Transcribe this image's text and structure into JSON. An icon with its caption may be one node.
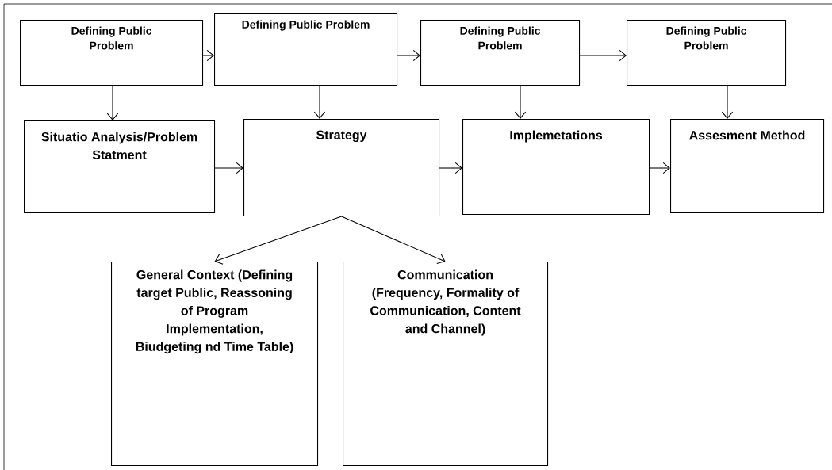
{
  "diagram": {
    "nodes": [
      {
        "text": [
          "Defining Public Problem"
        ]
      },
      {
        "text": [
          "Defining Public Problem"
        ]
      },
      {
        "text": [
          "Defining Public Problem"
        ]
      },
      {
        "text": [
          "Defining Public Problem"
        ]
      },
      {
        "text": [
          "Situatio Analysis/Problem Statment"
        ]
      },
      {
        "text": [
          "Strategy"
        ]
      },
      {
        "text": [
          "Implemetations"
        ]
      },
      {
        "text": [
          "Assesment Method"
        ]
      },
      {
        "text": [
          "General Context (Defining target Public, Reassoning of Program Implementation, Biudgeting nd Time Table)"
        ]
      },
      {
        "text": [
          "Communication (Frequency, Formality of Communication, Content and Channel)"
        ]
      }
    ],
    "edges": [
      {
        "from": 0,
        "to": 1,
        "arrow": "to"
      },
      {
        "from": 1,
        "to": 2,
        "arrow": "to"
      },
      {
        "from": 2,
        "to": 3,
        "arrow": "to"
      },
      {
        "from": 0,
        "to": 4,
        "arrow": "to"
      },
      {
        "from": 1,
        "to": 5,
        "arrow": "to"
      },
      {
        "from": 2,
        "to": 6,
        "arrow": "to"
      },
      {
        "from": 3,
        "to": 7,
        "arrow": "to"
      },
      {
        "from": 4,
        "to": 5,
        "arrow": "to"
      },
      {
        "from": 5,
        "to": 6,
        "arrow": "to"
      },
      {
        "from": 6,
        "to": 7,
        "arrow": "to"
      },
      {
        "from": 5,
        "to": 8,
        "arrow": "to"
      },
      {
        "from": 5,
        "to": 9,
        "arrow": "to"
      }
    ]
  }
}
